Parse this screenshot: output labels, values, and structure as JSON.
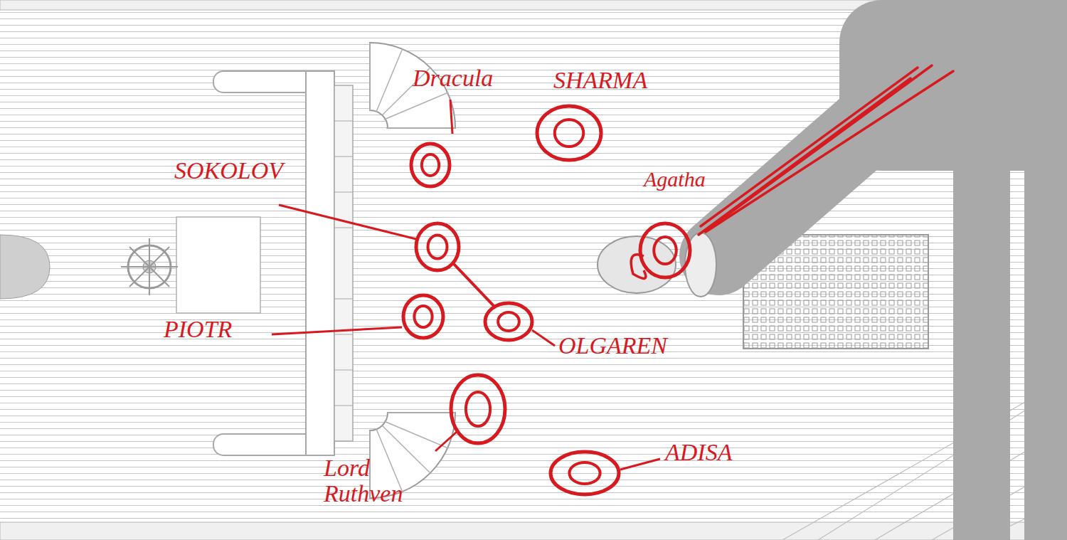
{
  "diagram": {
    "nodes": [
      {
        "text": [
          "Dracula"
        ]
      },
      {
        "text": [
          "SHARMA"
        ]
      },
      {
        "text": [
          "SOKOLOV"
        ]
      },
      {
        "text": [
          "Agatha"
        ]
      },
      {
        "text": [
          "PIOTR"
        ]
      },
      {
        "text": [
          "OLGAREN"
        ]
      },
      {
        "text": [
          "Lord Ruthven"
        ]
      },
      {
        "text": [
          "ADISA"
        ]
      }
    ],
    "edges": [
      {
        "from": 2,
        "to": 5,
        "arrow": "none"
      }
    ]
  }
}
